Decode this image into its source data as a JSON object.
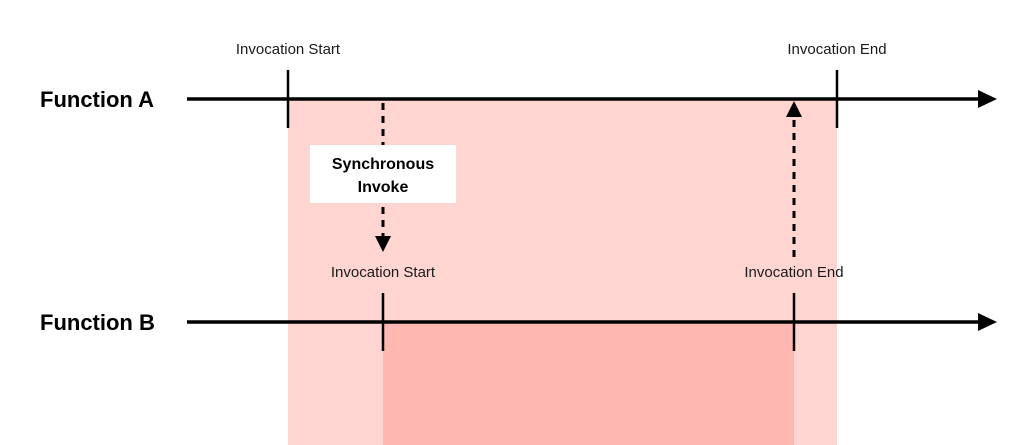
{
  "function_a": {
    "label": "Function A",
    "start_label": "Invocation Start",
    "end_label": "Invocation End"
  },
  "function_b": {
    "label": "Function B",
    "start_label": "Invocation Start",
    "end_label": "Invocation End"
  },
  "sync_invoke": {
    "line1": "Synchronous",
    "line2": "Invoke"
  },
  "colors": {
    "function_a_span": "#ffd5d2",
    "function_b_span": "#ffb7b2",
    "line": "#000000",
    "note_box": "#ffffff"
  }
}
